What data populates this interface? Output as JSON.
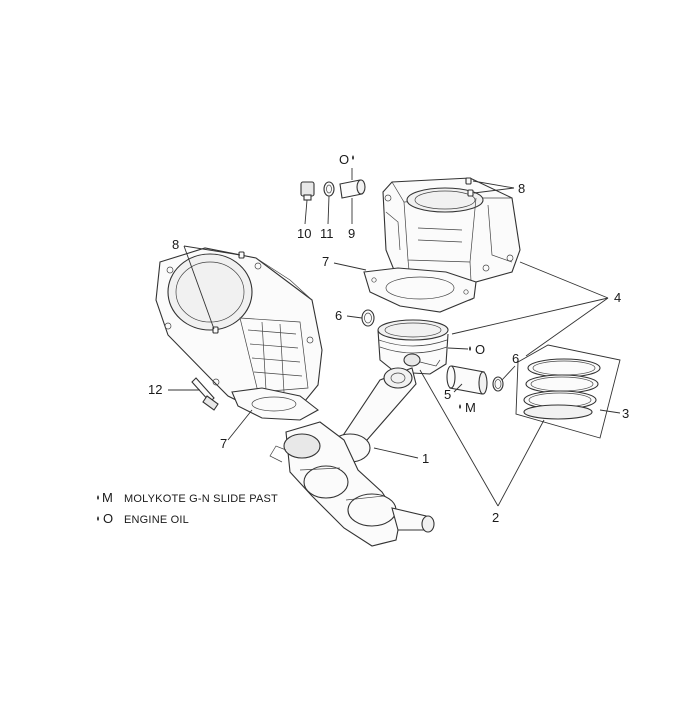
{
  "callouts": {
    "c1": "1",
    "c2": "2",
    "c3": "3",
    "c4": "4",
    "c5": "5",
    "c6a": "6",
    "c6b": "6",
    "c7a": "7",
    "c7b": "7",
    "c8a": "8",
    "c8b": "8",
    "c9": "9",
    "c10": "10",
    "c11": "11",
    "c12": "12"
  },
  "markers": {
    "oil_top": "O",
    "oil_piston": "O",
    "moly_pin": "M"
  },
  "legend": [
    {
      "symbol": "M",
      "text": "MOLYKOTE G-N SLIDE PAST"
    },
    {
      "symbol": "O",
      "text": "ENGINE OIL"
    }
  ]
}
